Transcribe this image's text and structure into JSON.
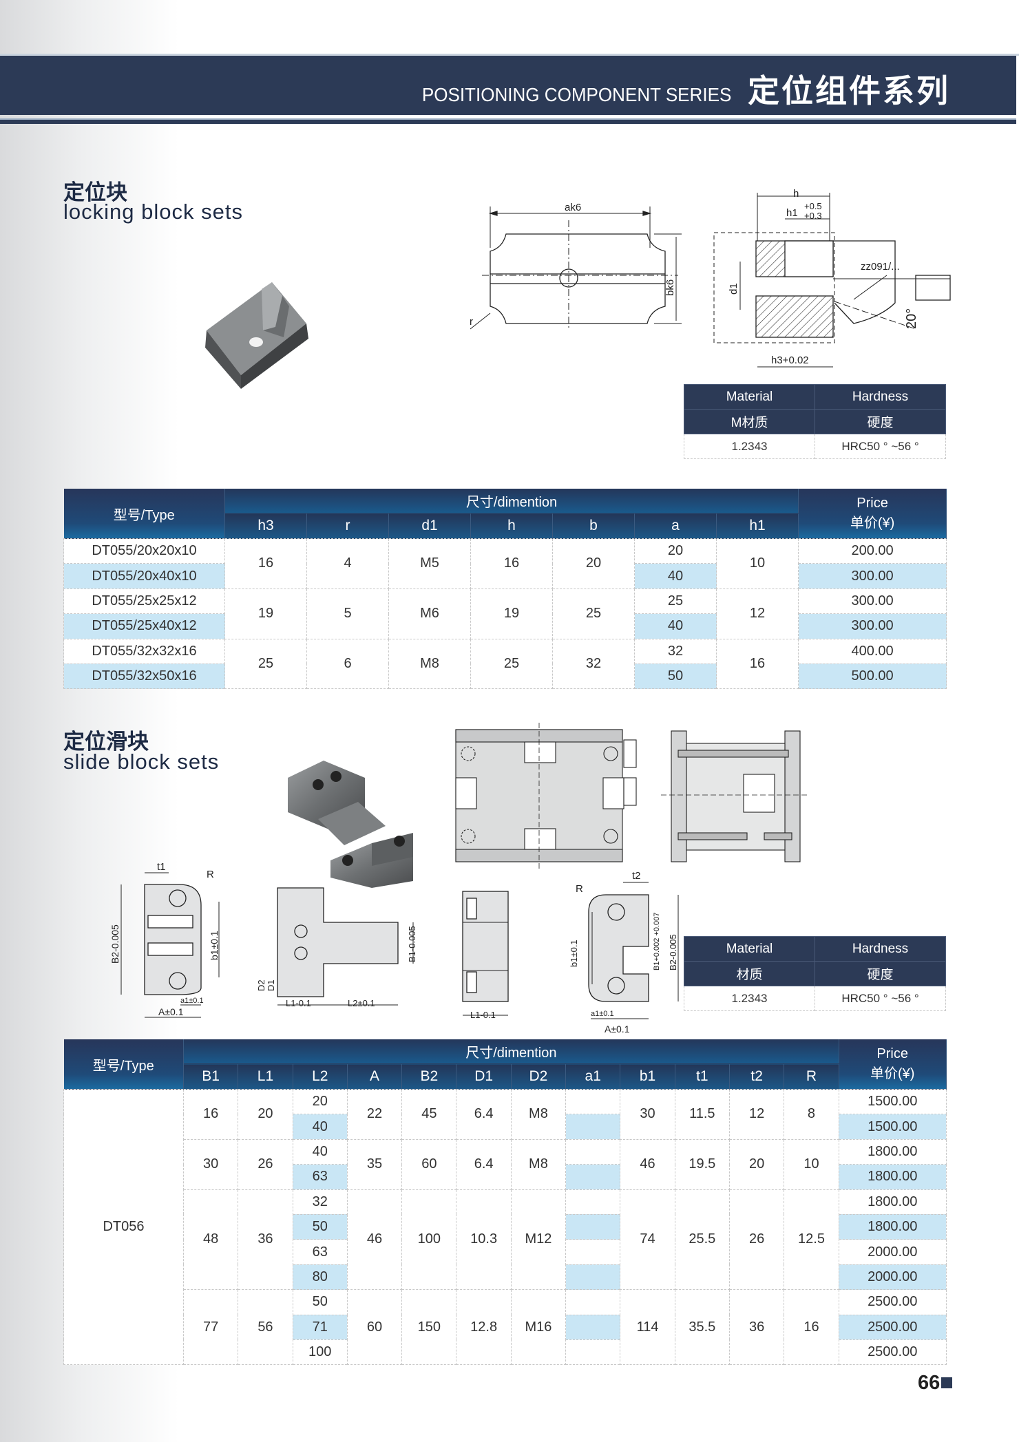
{
  "header": {
    "title_en": "POSITIONING COMPONENT SERIES",
    "title_cn": "定位组件系列"
  },
  "section1": {
    "title_cn": "定位块",
    "title_en": "locking block sets",
    "drawing_labels": {
      "ak6": "ak6",
      "bk6": "bk6",
      "r": "r",
      "h": "h",
      "h1": "h1",
      "h1_tol_upper": "+0.5",
      "h1_tol_lower": "+0.3",
      "d1": "d1",
      "zz": "zz091/...",
      "angle": "20°",
      "h3": "h3+0.02"
    },
    "material_table": {
      "headers": [
        "Material",
        "Hardness"
      ],
      "subheaders": [
        "M材质",
        "硬度"
      ],
      "values": [
        "1.2343",
        "HRC50 ° ~56 °"
      ]
    },
    "table": {
      "type_header": "型号/Type",
      "dim_header": "尺寸/dimention",
      "price_header": "Price",
      "price_header_cn": "单价(¥)",
      "columns": [
        "h3",
        "r",
        "d1",
        "h",
        "b",
        "a",
        "h1"
      ],
      "groups": [
        {
          "h3": "16",
          "r": "4",
          "d1": "M5",
          "h": "16",
          "b": "20",
          "h1": "10",
          "rows": [
            {
              "type": "DT055/20x20x10",
              "a": "20",
              "price": "200.00"
            },
            {
              "type": "DT055/20x40x10",
              "a": "40",
              "price": "300.00"
            }
          ]
        },
        {
          "h3": "19",
          "r": "5",
          "d1": "M6",
          "h": "19",
          "b": "25",
          "h1": "12",
          "rows": [
            {
              "type": "DT055/25x25x12",
              "a": "25",
              "price": "300.00"
            },
            {
              "type": "DT055/25x40x12",
              "a": "40",
              "price": "300.00"
            }
          ]
        },
        {
          "h3": "25",
          "r": "6",
          "d1": "M8",
          "h": "25",
          "b": "32",
          "h1": "16",
          "rows": [
            {
              "type": "DT055/32x32x16",
              "a": "32",
              "price": "400.00"
            },
            {
              "type": "DT055/32x50x16",
              "a": "50",
              "price": "500.00"
            }
          ]
        }
      ]
    }
  },
  "section2": {
    "title_cn": "定位滑块",
    "title_en": "slide block sets",
    "drawing_labels": {
      "t1": "t1",
      "R": "R",
      "B2": "B2-0.005",
      "b1": "b1±0.1",
      "a1": "a1±0.1",
      "A": "A±0.1",
      "D2": "D2",
      "D1": "D1",
      "L1": "L1-0.1",
      "L2": "L2±0.1",
      "B1": "B1-0.005",
      "t2": "t2",
      "R2": "R",
      "b1b": "b1±0.1",
      "B1b": "B1+0.002 +0.007",
      "B2b": "B2-0.005",
      "a1b": "a1±0.1",
      "Ab": "A±0.1",
      "L1b": "L1-0.1"
    },
    "material_table": {
      "headers": [
        "Material",
        "Hardness"
      ],
      "subheaders": [
        "材质",
        "硬度"
      ],
      "values": [
        "1.2343",
        "HRC50 ° ~56 °"
      ]
    },
    "table": {
      "type_header": "型号/Type",
      "dim_header": "尺寸/dimention",
      "price_header": "Price",
      "price_header_cn": "单价(¥)",
      "type_value": "DT056",
      "columns": [
        "B1",
        "L1",
        "L2",
        "A",
        "B2",
        "D1",
        "D2",
        "a1",
        "b1",
        "t1",
        "t2",
        "R"
      ],
      "groups": [
        {
          "B1": "16",
          "L1": "20",
          "A": "22",
          "B2": "45",
          "D1": "6.4",
          "D2": "M8",
          "b1": "30",
          "t1": "11.5",
          "t2": "12",
          "R": "8",
          "rows": [
            {
              "L2": "20",
              "a1": "",
              "price": "1500.00"
            },
            {
              "L2": "40",
              "a1": "",
              "price": "1500.00"
            }
          ]
        },
        {
          "B1": "30",
          "L1": "26",
          "A": "35",
          "B2": "60",
          "D1": "6.4",
          "D2": "M8",
          "b1": "46",
          "t1": "19.5",
          "t2": "20",
          "R": "10",
          "rows": [
            {
              "L2": "40",
              "a1": "",
              "price": "1800.00"
            },
            {
              "L2": "63",
              "a1": "",
              "price": "1800.00"
            }
          ]
        },
        {
          "B1": "48",
          "L1": "36",
          "A": "46",
          "B2": "100",
          "D1": "10.3",
          "D2": "M12",
          "b1": "74",
          "t1": "25.5",
          "t2": "26",
          "R": "12.5",
          "rows": [
            {
              "L2": "32",
              "a1": "",
              "price": "1800.00"
            },
            {
              "L2": "50",
              "a1": "",
              "price": "1800.00"
            },
            {
              "L2": "63",
              "a1": "",
              "price": "2000.00"
            },
            {
              "L2": "80",
              "a1": "",
              "price": "2000.00"
            }
          ]
        },
        {
          "B1": "77",
          "L1": "56",
          "A": "60",
          "B2": "150",
          "D1": "12.8",
          "D2": "M16",
          "b1": "114",
          "t1": "35.5",
          "t2": "36",
          "R": "16",
          "rows": [
            {
              "L2": "50",
              "a1": "",
              "price": "2500.00"
            },
            {
              "L2": "71",
              "a1": "",
              "price": "2500.00"
            },
            {
              "L2": "100",
              "a1": "",
              "price": "2500.00"
            }
          ]
        }
      ]
    }
  },
  "page_number": "66",
  "colors": {
    "navy": "#2c3a56",
    "highlight": "#c9e6f5"
  }
}
